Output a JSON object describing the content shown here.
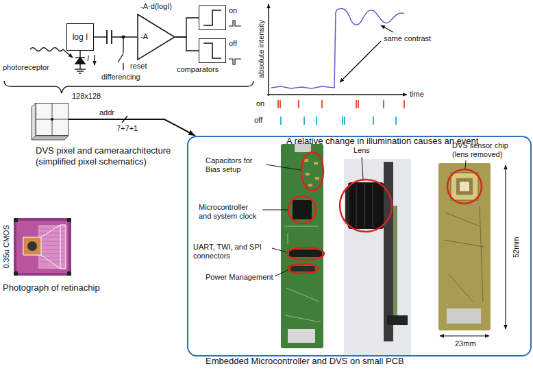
{
  "diagram": {
    "nodes": [
      {
        "text": [
          "log I"
        ]
      },
      {
        "text": [
          "-A"
        ]
      },
      {
        "text": [
          "on"
        ]
      },
      {
        "text": [
          "off"
        ]
      },
      {
        "text": [
          "128x128"
        ]
      },
      {
        "text": [
          "Embedded Microcontroller and DVS on small PCB"
        ]
      }
    ],
    "edges": [
      {
        "from": 0,
        "to": 1,
        "arrow": "none"
      },
      {
        "from": 1,
        "to": 2,
        "arrow": "none"
      },
      {
        "from": 1,
        "to": 3,
        "arrow": "none"
      },
      {
        "from": 4,
        "to": 5,
        "arrow": "to",
        "label": "addr"
      }
    ],
    "labels": [
      "photoreceptor",
      "I",
      "differencing",
      "reset",
      "-A·d(logI)",
      "comparators",
      "DVS pixel and cameraarchitecture (simplified pixel schematics)",
      "7+7+1",
      "absolute intensity",
      "time",
      "on",
      "off",
      "same contrast",
      "A relative change in illumination causes an event",
      "0.35u CMOS",
      "Photograph of retinachip",
      "Capacitors for Bias setup",
      "Microcontroller and system clock",
      "UART, TWI, and SPI connectors",
      "Power Management",
      "Lens",
      "DVS sensor chip (lens removed)",
      "52mm",
      "23mm"
    ]
  }
}
